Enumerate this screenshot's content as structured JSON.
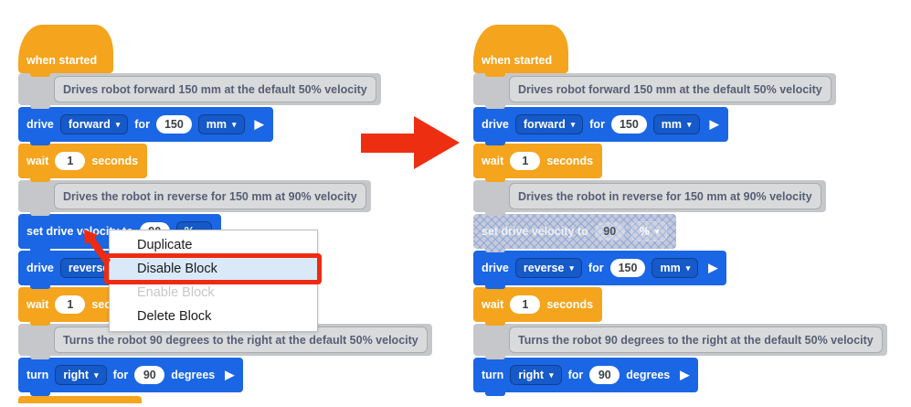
{
  "colors": {
    "block_blue": "#1A66E4",
    "block_orange": "#F5A41D",
    "comment_gray": "#C5C7CA",
    "comment_bubble": "#D9DADB",
    "comment_text": "#575E75",
    "disabled_block": "#C7CBD6",
    "disabled_hatch": "#809EE2",
    "accent_red": "#EE2B10",
    "menu_highlight": "#D9E9F8"
  },
  "context_menu": {
    "items": [
      {
        "label": "Duplicate",
        "state": "normal"
      },
      {
        "label": "Disable Block",
        "state": "highlighted"
      },
      {
        "label": "Enable Block",
        "state": "disabled"
      },
      {
        "label": "Delete Block",
        "state": "normal"
      }
    ]
  },
  "left_panel": {
    "blocks": [
      {
        "name": "when-started-block",
        "type": "hat",
        "color": "orange",
        "parts": [
          {
            "t": "label",
            "v": "when started"
          }
        ]
      },
      {
        "name": "comment-drive-forward",
        "type": "comment",
        "text": "Drives robot forward 150 mm at the default 50% velocity"
      },
      {
        "name": "drive-forward-block",
        "type": "stack",
        "color": "blue",
        "parts": [
          {
            "t": "label",
            "v": "drive"
          },
          {
            "t": "dropdown",
            "v": "forward"
          },
          {
            "t": "label",
            "v": "for"
          },
          {
            "t": "oval",
            "v": "150"
          },
          {
            "t": "dropdown",
            "v": "mm"
          },
          {
            "t": "play",
            "v": "▶"
          }
        ]
      },
      {
        "name": "wait-block",
        "type": "stack",
        "color": "orange",
        "parts": [
          {
            "t": "label",
            "v": "wait"
          },
          {
            "t": "oval",
            "v": "1"
          },
          {
            "t": "label",
            "v": "seconds"
          }
        ]
      },
      {
        "name": "comment-drive-reverse",
        "type": "comment",
        "text": "Drives the robot in reverse for 150 mm at 90% velocity"
      },
      {
        "name": "set-drive-velocity-block",
        "type": "stack",
        "color": "blue",
        "parts": [
          {
            "t": "label",
            "v": "set drive velocity to"
          },
          {
            "t": "oval",
            "v": "90"
          },
          {
            "t": "dropdown",
            "v": "%"
          }
        ]
      },
      {
        "name": "drive-reverse-block",
        "type": "stack",
        "color": "blue",
        "parts": [
          {
            "t": "label",
            "v": "drive"
          },
          {
            "t": "dropdown",
            "v": "reverse"
          },
          {
            "t": "label",
            "v": "for"
          },
          {
            "t": "oval",
            "v": "150"
          },
          {
            "t": "dropdown",
            "v": "mm"
          },
          {
            "t": "play",
            "v": "▶"
          }
        ]
      },
      {
        "name": "wait-block",
        "type": "stack",
        "color": "orange",
        "parts": [
          {
            "t": "label",
            "v": "wait"
          },
          {
            "t": "oval",
            "v": "1"
          },
          {
            "t": "label",
            "v": "seconds"
          }
        ]
      },
      {
        "name": "comment-turn-right",
        "type": "comment",
        "text": "Turns the robot 90 degrees to the right at the default 50% velocity"
      },
      {
        "name": "turn-right-block",
        "type": "stack",
        "color": "blue",
        "parts": [
          {
            "t": "label",
            "v": "turn"
          },
          {
            "t": "dropdown",
            "v": "right"
          },
          {
            "t": "label",
            "v": "for"
          },
          {
            "t": "oval",
            "v": "90"
          },
          {
            "t": "label",
            "v": "degrees"
          },
          {
            "t": "play",
            "v": "▶"
          }
        ]
      },
      {
        "name": "next-block-partial",
        "type": "sliver",
        "color": "orange",
        "parts": []
      }
    ]
  },
  "right_panel": {
    "blocks": [
      {
        "name": "when-started-block",
        "type": "hat",
        "color": "orange",
        "parts": [
          {
            "t": "label",
            "v": "when started"
          }
        ]
      },
      {
        "name": "comment-drive-forward",
        "type": "comment",
        "text": "Drives robot forward 150 mm at the default 50% velocity"
      },
      {
        "name": "drive-forward-block",
        "type": "stack",
        "color": "blue",
        "parts": [
          {
            "t": "label",
            "v": "drive"
          },
          {
            "t": "dropdown",
            "v": "forward"
          },
          {
            "t": "label",
            "v": "for"
          },
          {
            "t": "oval",
            "v": "150"
          },
          {
            "t": "dropdown",
            "v": "mm"
          },
          {
            "t": "play",
            "v": "▶"
          }
        ]
      },
      {
        "name": "wait-block",
        "type": "stack",
        "color": "orange",
        "parts": [
          {
            "t": "label",
            "v": "wait"
          },
          {
            "t": "oval",
            "v": "1"
          },
          {
            "t": "label",
            "v": "seconds"
          }
        ]
      },
      {
        "name": "comment-drive-reverse",
        "type": "comment",
        "text": "Drives the robot in reverse for 150 mm at 90% velocity"
      },
      {
        "name": "set-drive-velocity-block-disabled",
        "type": "stack",
        "color": "disabled",
        "parts": [
          {
            "t": "label",
            "v": "set drive velocity to"
          },
          {
            "t": "oval",
            "v": "90"
          },
          {
            "t": "dropdown",
            "v": "%"
          }
        ]
      },
      {
        "name": "drive-reverse-block",
        "type": "stack",
        "color": "blue",
        "parts": [
          {
            "t": "label",
            "v": "drive"
          },
          {
            "t": "dropdown",
            "v": "reverse"
          },
          {
            "t": "label",
            "v": "for"
          },
          {
            "t": "oval",
            "v": "150"
          },
          {
            "t": "dropdown",
            "v": "mm"
          },
          {
            "t": "play",
            "v": "▶"
          }
        ]
      },
      {
        "name": "wait-block",
        "type": "stack",
        "color": "orange",
        "parts": [
          {
            "t": "label",
            "v": "wait"
          },
          {
            "t": "oval",
            "v": "1"
          },
          {
            "t": "label",
            "v": "seconds"
          }
        ]
      },
      {
        "name": "comment-turn-right",
        "type": "comment",
        "text": "Turns the robot 90 degrees to the right at the default 50% velocity"
      },
      {
        "name": "turn-right-block",
        "type": "stack",
        "color": "blue",
        "parts": [
          {
            "t": "label",
            "v": "turn"
          },
          {
            "t": "dropdown",
            "v": "right"
          },
          {
            "t": "label",
            "v": "for"
          },
          {
            "t": "oval",
            "v": "90"
          },
          {
            "t": "label",
            "v": "degrees"
          },
          {
            "t": "play",
            "v": "▶"
          }
        ]
      }
    ]
  }
}
